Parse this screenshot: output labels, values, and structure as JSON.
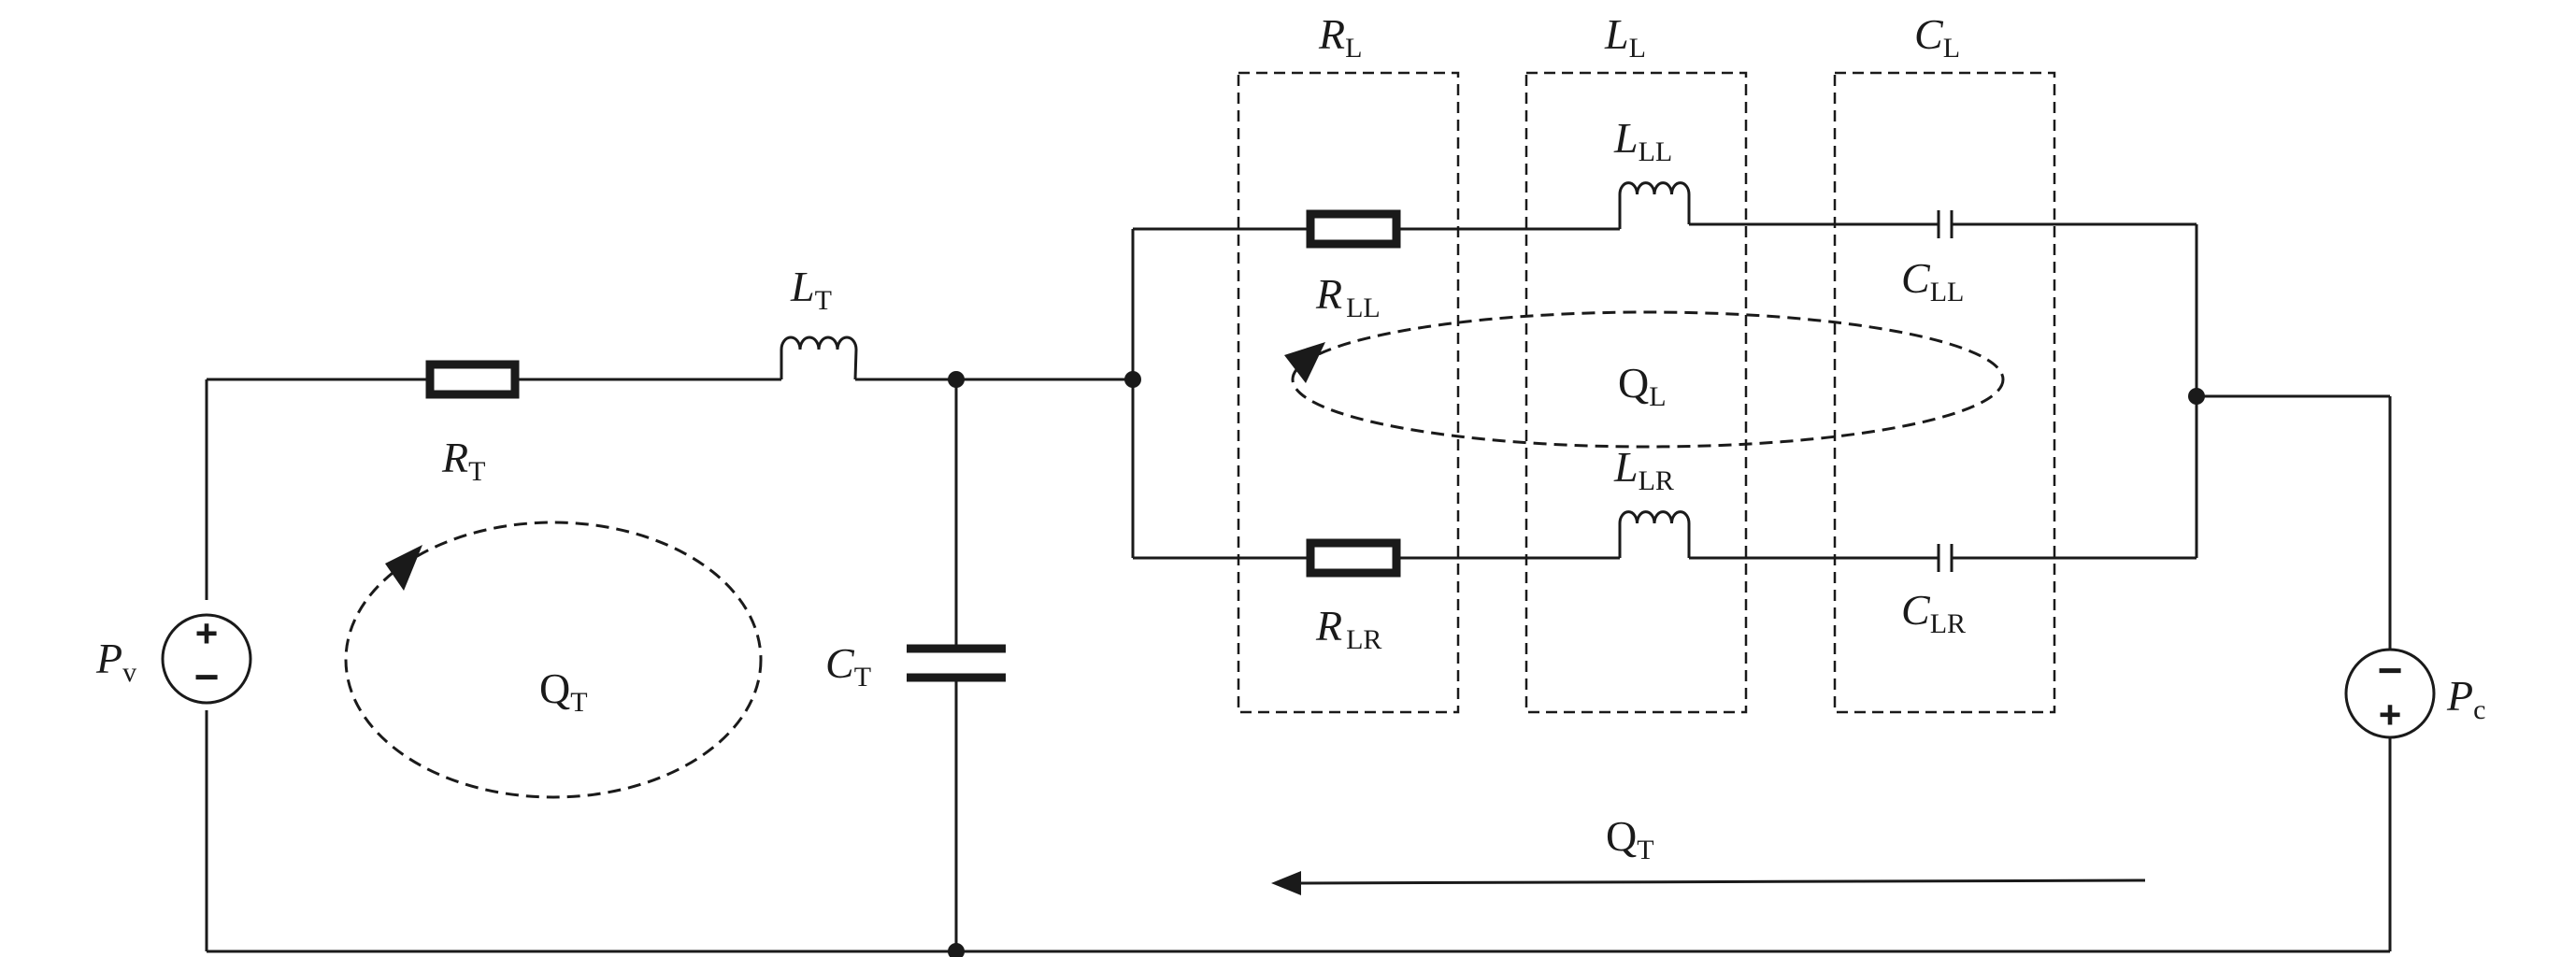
{
  "labels": {
    "R_T": {
      "main": "R",
      "sub": "T"
    },
    "L_T": {
      "main": "L",
      "sub": "T"
    },
    "C_T": {
      "main": "C",
      "sub": "T"
    },
    "Q_T_loop": {
      "main": "Q",
      "sub": "T"
    },
    "Q_T_flow": {
      "main": "Q",
      "sub": "T"
    },
    "P_v": {
      "main": "P",
      "sub": "v"
    },
    "P_c": {
      "main": "P",
      "sub": "c"
    },
    "R_L": {
      "main": "R",
      "sub": "L"
    },
    "L_L": {
      "main": "L",
      "sub": "L"
    },
    "C_L": {
      "main": "C",
      "sub": "L"
    },
    "R_LL": {
      "main": "R",
      "sub": "LL"
    },
    "R_LR": {
      "main": "R",
      "sub": "LR"
    },
    "L_LL": {
      "main": "L",
      "sub": "LL"
    },
    "L_LR": {
      "main": "L",
      "sub": "LR"
    },
    "C_LL": {
      "main": "C",
      "sub": "LL"
    },
    "C_LR": {
      "main": "C",
      "sub": "LR"
    },
    "Q_L": {
      "main": "Q",
      "sub": "L"
    }
  },
  "sources": {
    "left": {
      "top_sign": "+",
      "bottom_sign": "−"
    },
    "right": {
      "top_sign": "−",
      "bottom_sign": "+"
    }
  }
}
